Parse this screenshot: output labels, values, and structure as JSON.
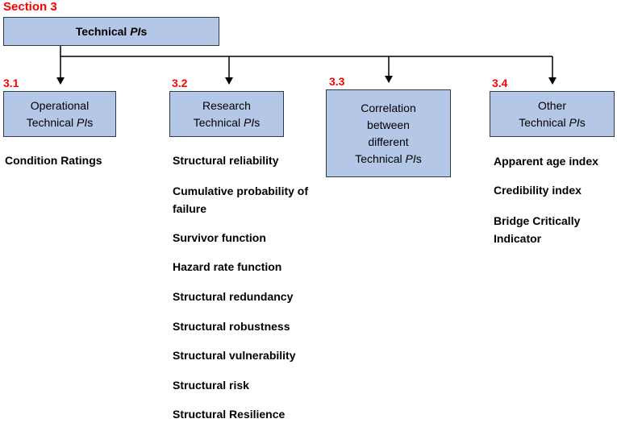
{
  "section_label": "Section 3",
  "root": {
    "prefix": "Technical ",
    "pi": "PI",
    "suffix": "s"
  },
  "categories": [
    {
      "number": "3.1",
      "lines": [
        {
          "text": "Operational"
        },
        {
          "prefix": "Technical ",
          "pi": "PI",
          "suffix": "s"
        }
      ],
      "items": [
        "Condition Ratings"
      ]
    },
    {
      "number": "3.2",
      "lines": [
        {
          "text": "Research"
        },
        {
          "prefix": "Technical ",
          "pi": "PI",
          "suffix": "s"
        }
      ],
      "items": [
        "Structural reliability",
        "Cumulative probability of failure",
        "Survivor function",
        "Hazard rate function",
        "Structural redundancy",
        "Structural robustness",
        "Structural vulnerability",
        "Structural risk",
        "Structural Resilience"
      ]
    },
    {
      "number": "3.3",
      "lines": [
        {
          "text": "Correlation"
        },
        {
          "text": "between"
        },
        {
          "text": "different"
        },
        {
          "prefix": "Technical ",
          "pi": "PI",
          "suffix": "s"
        }
      ],
      "items": []
    },
    {
      "number": "3.4",
      "lines": [
        {
          "text": "Other"
        },
        {
          "prefix": "Technical ",
          "pi": "PI",
          "suffix": "s"
        }
      ],
      "items": [
        "Apparent age index",
        "Credibility index",
        "Bridge Critically Indicator"
      ]
    }
  ]
}
